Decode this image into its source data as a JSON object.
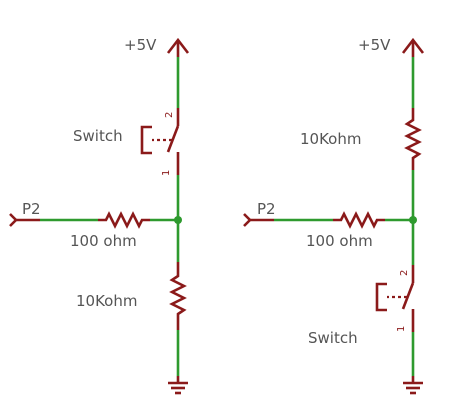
{
  "colors": {
    "wire": "#2e9a2e",
    "component": "#8b1a1a",
    "label": "#555555",
    "background": "#ffffff"
  },
  "left_circuit": {
    "supply_label": "+5V",
    "switch_label": "Switch",
    "switch_pin_top": "2",
    "switch_pin_bottom": "1",
    "port_label": "P2",
    "series_resistor_label": "100 ohm",
    "pulldown_resistor_label": "10Kohm"
  },
  "right_circuit": {
    "supply_label": "+5V",
    "pullup_resistor_label": "10Kohm",
    "port_label": "P2",
    "series_resistor_label": "100 ohm",
    "switch_label": "Switch",
    "switch_pin_top": "2",
    "switch_pin_bottom": "1"
  }
}
